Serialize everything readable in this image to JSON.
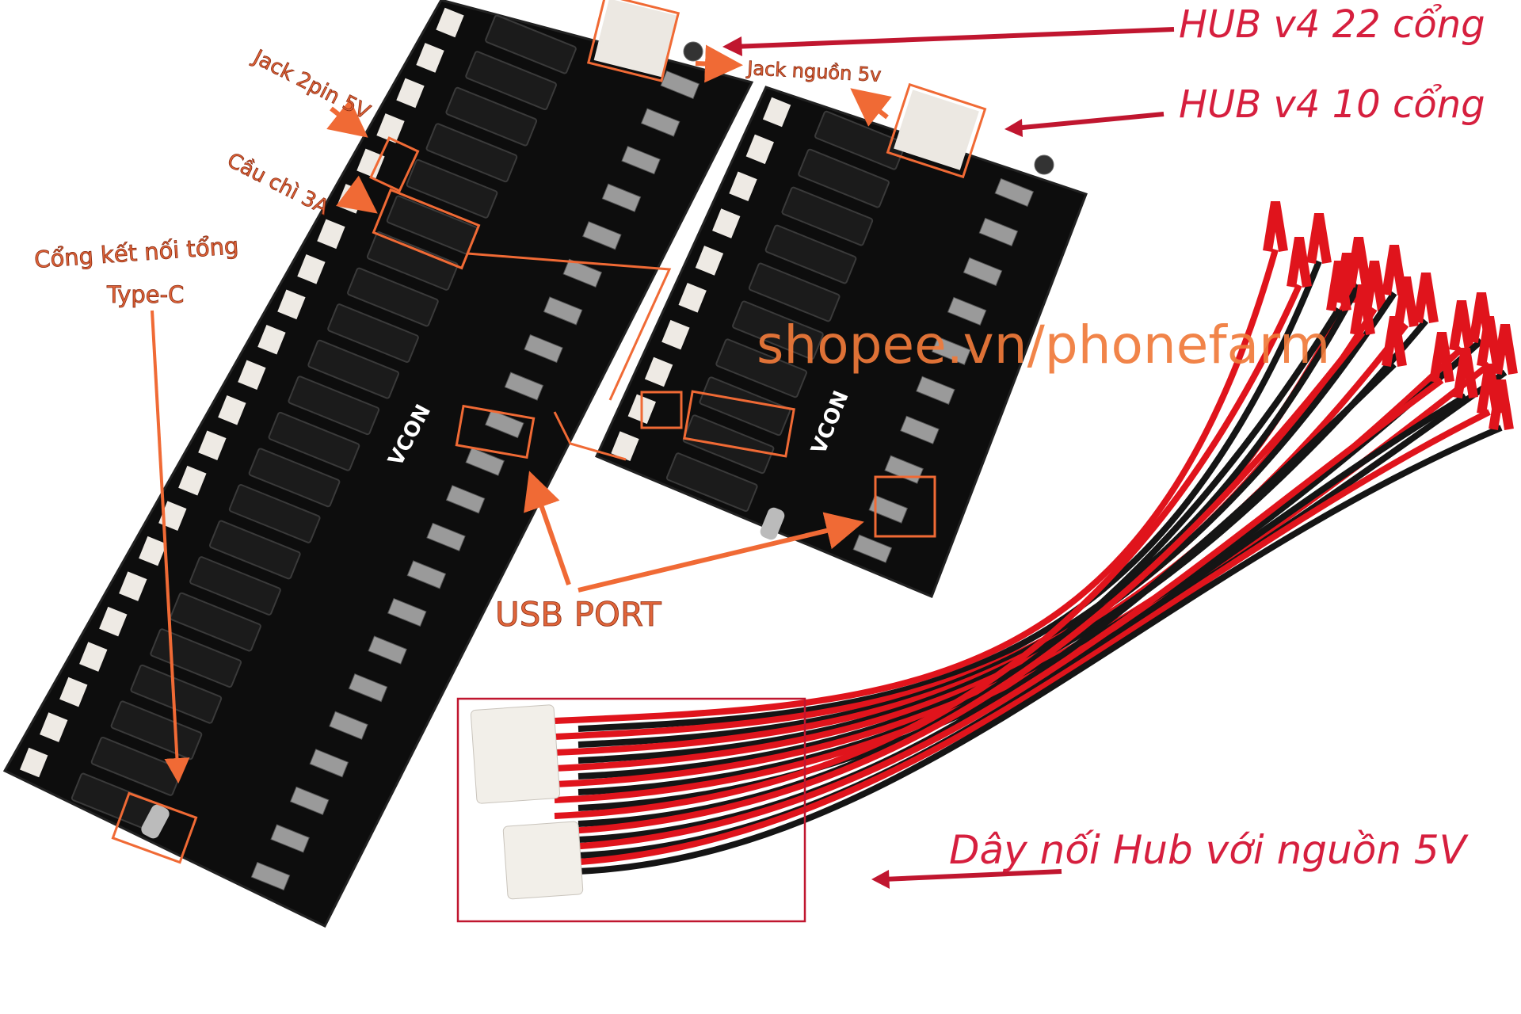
{
  "labels": {
    "hub22": "HUB v4 22 cổng",
    "hub10": "HUB v4 10 cổng",
    "jack_power": "Jack nguồn 5v",
    "jack_2pin": "Jack 2pin 5V",
    "fuse": "Cầu chì 3A",
    "typec_line1": "Cổng kết nối tổng",
    "typec_line2": "Type-C",
    "usb_port": "USB PORT",
    "cable": "Dây nối Hub với nguồn 5V",
    "watermark": "shopee.vn/phonefarm"
  },
  "boards": {
    "large": {
      "brand": "VCON",
      "fuse_count": 22,
      "port_count": 22
    },
    "small": {
      "brand": "VCON",
      "fuse_count": 10,
      "port_count": 10
    }
  },
  "colors": {
    "annotation_red": "#d61f3e",
    "annotation_orange": "#f06a35",
    "pcb": "#0d0d0d",
    "wire_red": "#e0141c",
    "wire_black": "#151515"
  }
}
